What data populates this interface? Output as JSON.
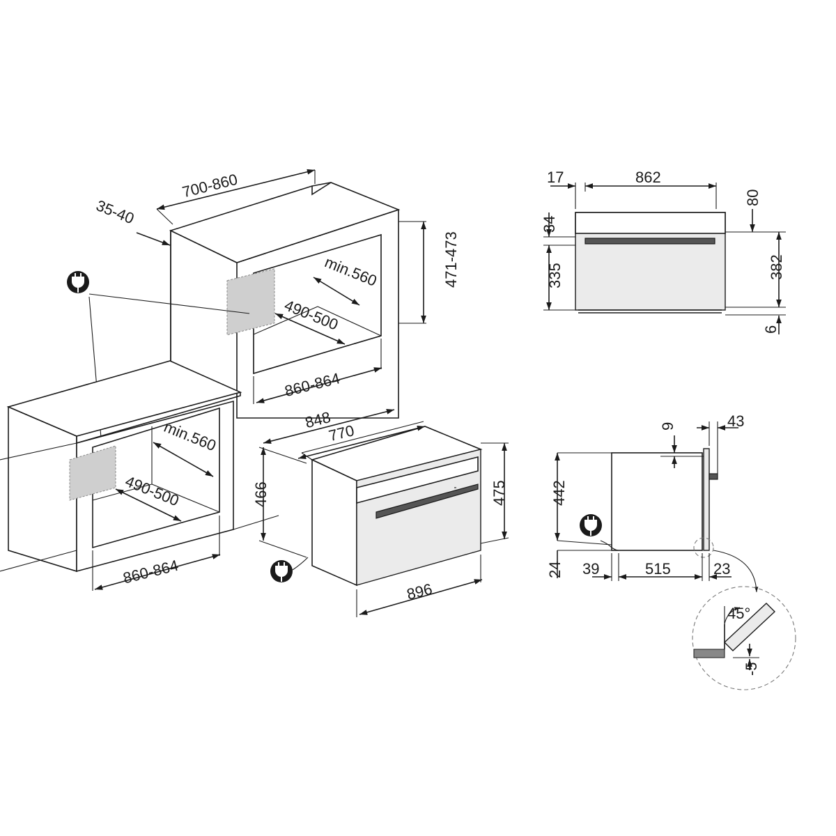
{
  "colors": {
    "line": "#1a1a1a",
    "panel": "#ebebeb",
    "handle": "#555555",
    "socket_area": "#cfcfcf"
  },
  "icons": [
    "plug-icon",
    "plug-icon",
    "plug-icon"
  ],
  "niche_upper": {
    "width": "700-860",
    "depth": "35-40",
    "height": "471-473",
    "min_depth": "min.560",
    "depth_range": "490-500",
    "niche_width": "860-864"
  },
  "niche_lower": {
    "min_depth": "min.560",
    "depth_range": "490-500",
    "niche_width": "860-864"
  },
  "oven_iso": {
    "total_depth": "848",
    "body_depth": "770",
    "body_height": "466",
    "front_height": "475",
    "front_width": "896"
  },
  "front_view": {
    "side_gap": "17",
    "width": "862",
    "top_clearance": "80",
    "panel_height": "34",
    "body_height": "335",
    "total_height": "382",
    "bottom_gap": "6"
  },
  "side_view": {
    "top_gap": "9",
    "door_depth": "43",
    "height": "442",
    "base": "24",
    "rear": "39",
    "depth": "515",
    "front": "23"
  },
  "detail": {
    "angle": "45°",
    "offset": "-5"
  }
}
